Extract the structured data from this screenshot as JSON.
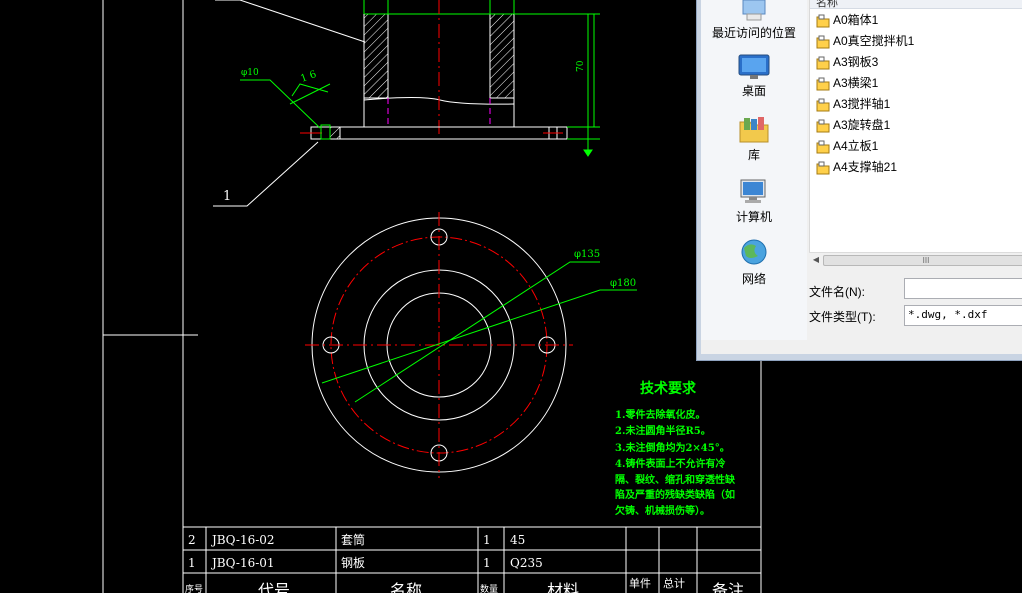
{
  "drawing": {
    "leader_label": "1",
    "dim_height": "70",
    "dim_bore": "φ135",
    "dim_outer": "φ180",
    "weld_size": "φ10",
    "weld_note": "1 6",
    "tech_req": {
      "title": "技术要求",
      "lines": [
        "1.零件去除氧化皮。",
        "2.未注圆角半径R5。",
        "3.未注倒角均为2×45°。",
        "4.铸件表面上不允许有冷",
        "隔、裂纹、缩孔和穿透性缺",
        "陷及严重的残缺类缺陷（如",
        "欠铸、机械损伤等）。"
      ]
    },
    "bom": {
      "rows": [
        {
          "no": "2",
          "code": "JBQ-16-02",
          "name": "套筒",
          "qty": "1",
          "material": "45"
        },
        {
          "no": "1",
          "code": "JBQ-16-01",
          "name": "钢板",
          "qty": "1",
          "material": "Q235"
        }
      ],
      "header": {
        "no": "序号",
        "code": "代号",
        "name": "名称",
        "qty": "数量",
        "material": "材料",
        "unit": "单件",
        "total": "总计",
        "remark": "备注"
      }
    }
  },
  "dialog": {
    "places": [
      {
        "label": "最近访问的位置",
        "icon": "recent-places-icon"
      },
      {
        "label": "桌面",
        "icon": "desktop-icon"
      },
      {
        "label": "库",
        "icon": "library-icon"
      },
      {
        "label": "计算机",
        "icon": "computer-icon"
      },
      {
        "label": "网络",
        "icon": "network-icon"
      }
    ],
    "column_header": "名称",
    "files": [
      "A0箱体1",
      "A0真空搅拌机1",
      "A3钢板3",
      "A3横梁1",
      "A3搅拌轴1",
      "A3旋转盘1",
      "A4立板1",
      "A4支撑轴21"
    ],
    "scroll_thumb": "III",
    "filename_label": "文件名(N):",
    "filename_value": "",
    "filetype_label": "文件类型(T):",
    "filetype_value": "*.dwg, *.dxf",
    "colors": {
      "accent": "#ffd04a",
      "cad_green": "#00ff00",
      "cad_red": "#ff0000",
      "cad_white": "#ffffff",
      "cad_magenta": "#ff00ff"
    }
  }
}
